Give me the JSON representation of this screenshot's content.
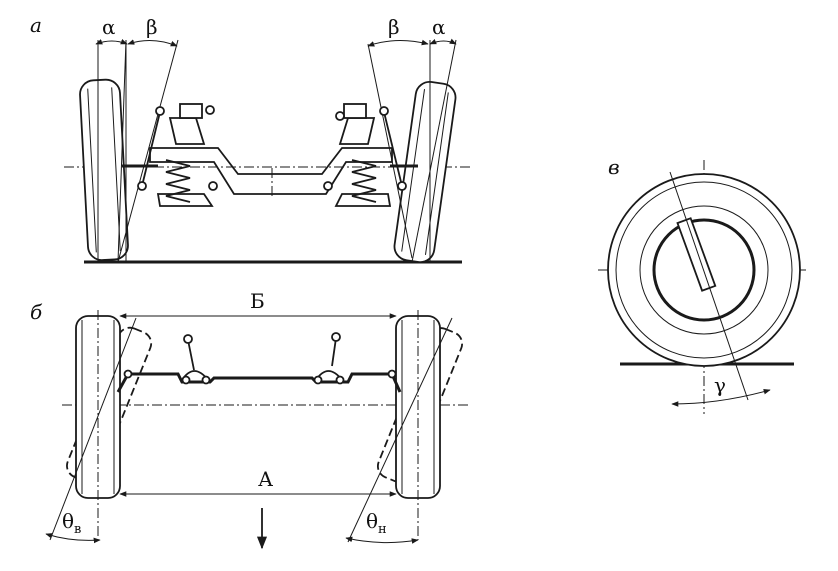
{
  "panels": {
    "a": {
      "letter": "а",
      "alpha_left": "α",
      "beta_left": "β",
      "beta_right": "β",
      "alpha_right": "α"
    },
    "b": {
      "letter": "б",
      "label_top": "Б",
      "label_bottom": "А",
      "theta_left_symbol": "θ",
      "theta_left_sub": "в",
      "theta_right_symbol": "θ",
      "theta_right_sub": "н"
    },
    "v": {
      "letter": "в",
      "gamma": "γ"
    }
  }
}
